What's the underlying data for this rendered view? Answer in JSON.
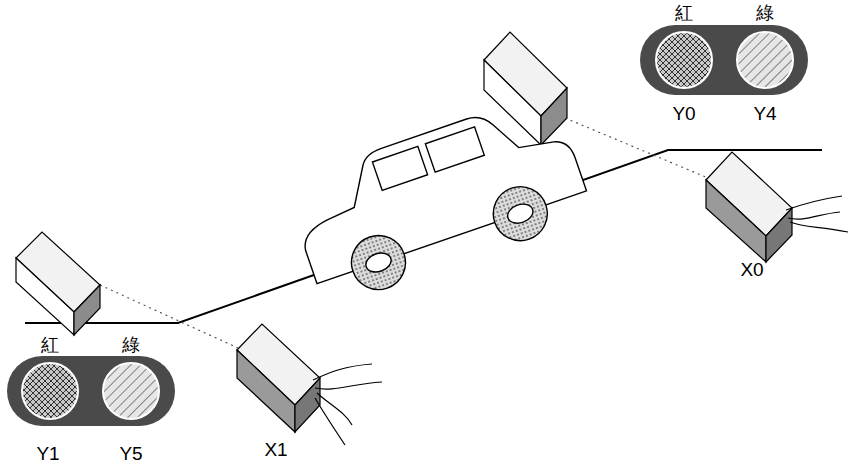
{
  "diagram": {
    "labels": [
      "紅",
      "綠",
      "Y0",
      "Y4",
      "X0",
      "紅",
      "綠",
      "Y1",
      "Y5",
      "X1"
    ]
  }
}
